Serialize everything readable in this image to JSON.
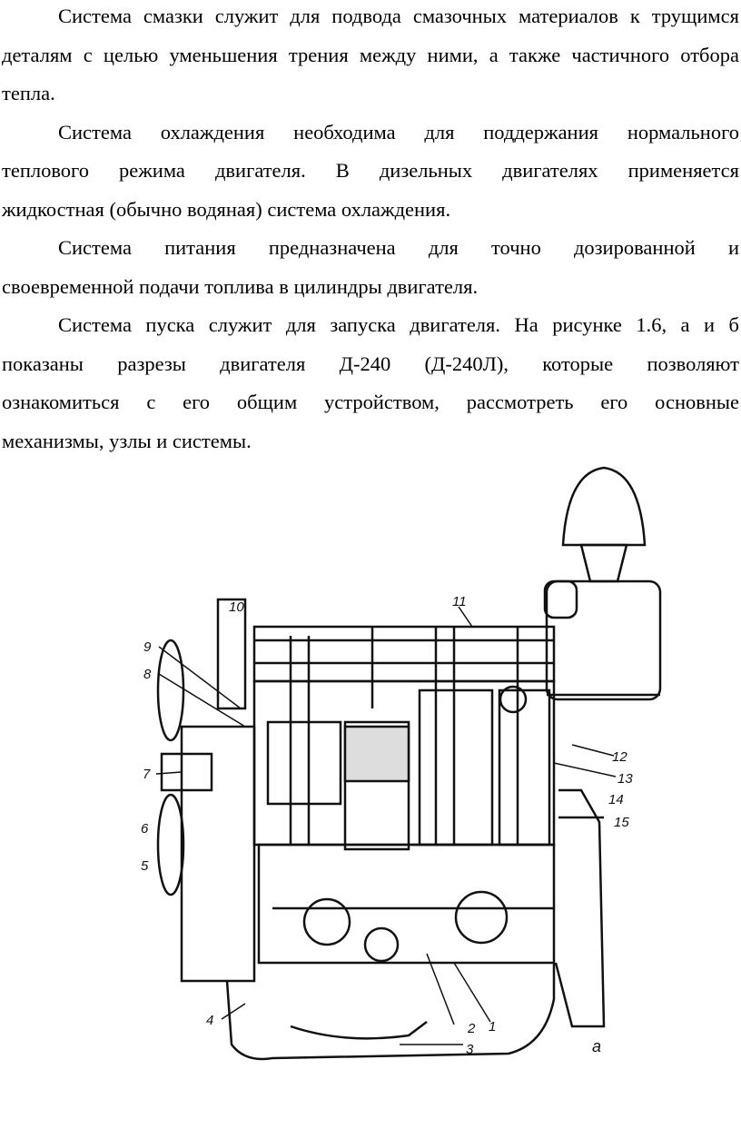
{
  "paragraphs": [
    {
      "lines": [
        "Система смазки служит для подвода смазочных материалов к трущимся",
        "деталям с целью уменьшения трения между ними, а также частичного отбора",
        "тепла."
      ]
    },
    {
      "lines": [
        "Система охлаждения необходима для поддержания нормального",
        "теплового режима двигателя. В дизельных двигателях применяется",
        "жидкостная (обычно водяная) система охлаждения."
      ]
    },
    {
      "lines": [
        "Система питания предназначена для точно дозированной и",
        "своевременной подачи топлива в цилиндры двигателя."
      ]
    },
    {
      "lines": [
        "Система пуска служит для запуска двигателя. На рисунке 1.6, а и б",
        "показаны разрезы двигателя Д-240 (Д-240Л), которые позволяют",
        "ознакомиться с его общим устройством, рассмотреть его основные",
        "механизмы, узлы и системы."
      ]
    }
  ],
  "figure": {
    "labels": [
      "1",
      "2",
      "3",
      "4",
      "5",
      "6",
      "7",
      "8",
      "9",
      "10",
      "11",
      "12",
      "13",
      "14",
      "15"
    ],
    "caption_letter": "а"
  }
}
